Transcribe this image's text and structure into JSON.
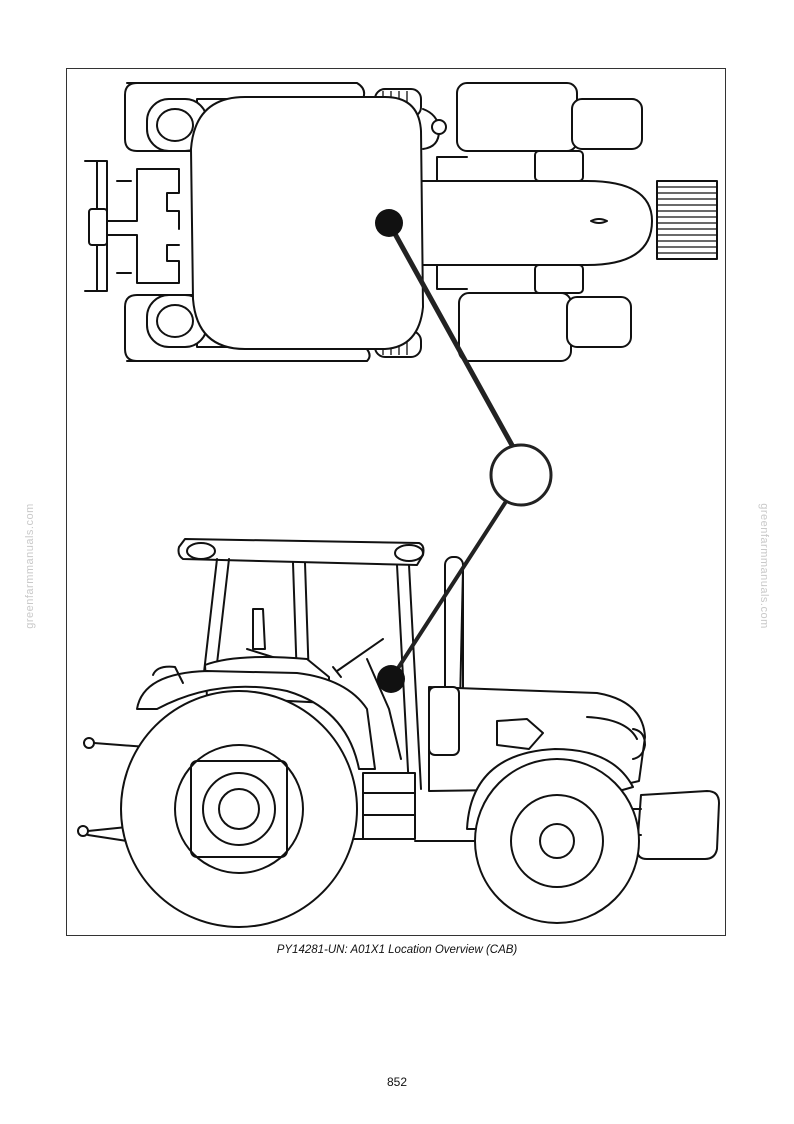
{
  "figure": {
    "caption": "PY14281-UN: A01X1 Location Overview (CAB)",
    "highlight_icon": "location-marker-dot",
    "callout_icon": "empty-callout-circle"
  },
  "page": {
    "number": "852",
    "watermark_left": "greenfarmmanuals.com",
    "watermark_right": "greenfarmmanuals.com"
  }
}
